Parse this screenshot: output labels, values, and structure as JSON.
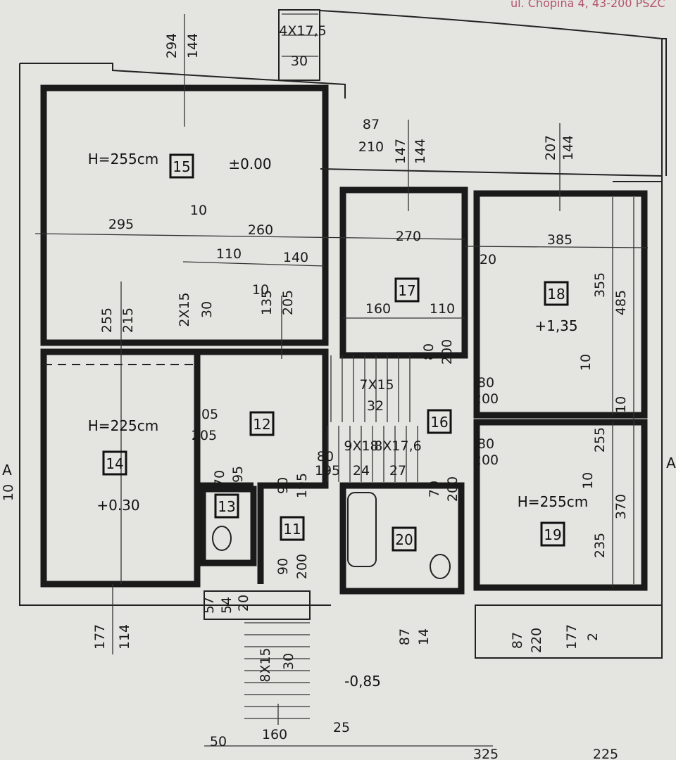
{
  "header": {
    "address": "ul. Chopina 4, 43-200 PSZC"
  },
  "rooms": [
    "15",
    "17",
    "18",
    "12",
    "16",
    "14",
    "13",
    "11",
    "20",
    "19"
  ],
  "heights": {
    "room15": "H=255cm",
    "room14": "H=225cm",
    "room19": "H=255cm"
  },
  "levels": {
    "room15": "±0.00",
    "room18": "+1,35",
    "room14": "+0.30",
    "outside": "-0,85"
  },
  "section_marks": {
    "left": "A",
    "left_sub": "10",
    "right": "A"
  },
  "dimensions": [
    "294",
    "144",
    "4X17,5",
    "30",
    "87",
    "210",
    "147",
    "144",
    "207",
    "144",
    "295",
    "10",
    "260",
    "110",
    "10",
    "140",
    "270",
    "20",
    "385",
    "355",
    "485",
    "160",
    "110",
    "255",
    "215",
    "2X15",
    "30",
    "135",
    "205",
    "80",
    "200",
    "10",
    "7X15",
    "32",
    "80",
    "200",
    "10",
    "105",
    "205",
    "9X18",
    "8X17,6",
    "24",
    "27",
    "80",
    "195",
    "80",
    "200",
    "255",
    "70",
    "195",
    "90",
    "195",
    "70",
    "200",
    "10",
    "370",
    "235",
    "90",
    "200",
    "177",
    "114",
    "57",
    "54",
    "20",
    "8X15",
    "30",
    "87",
    "14",
    "87",
    "220",
    "177",
    "2",
    "50",
    "160",
    "25",
    "325",
    "225"
  ]
}
